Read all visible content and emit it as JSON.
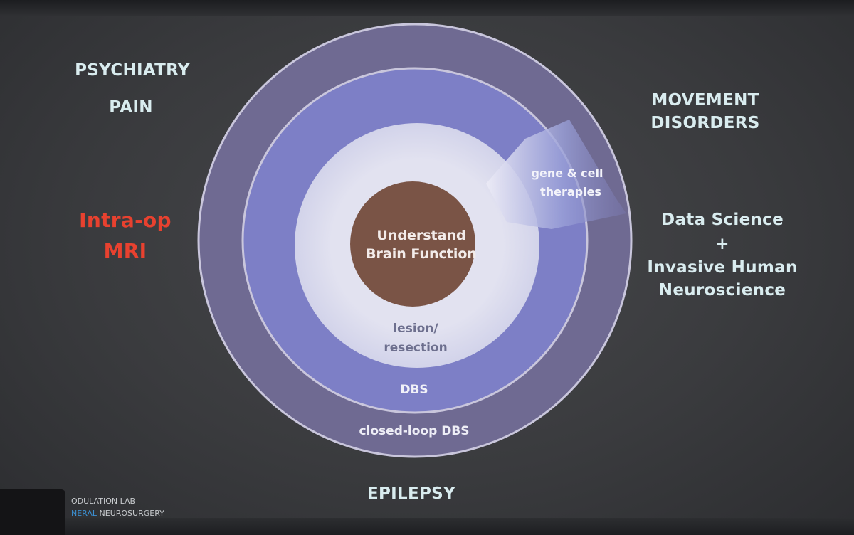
{
  "left_labels": {
    "psychiatry": "PSYCHIATRY",
    "pain": "PAIN",
    "intraop_line1": "Intra-op",
    "intraop_line2": "MRI"
  },
  "right_labels": {
    "movement_line1": "MOVEMENT",
    "movement_line2": "DISORDERS",
    "data_science_line1": "Data Science",
    "data_science_plus": "+",
    "data_science_line2": "Invasive Human",
    "data_science_line3": "Neuroscience"
  },
  "bottom_label": "EPILEPSY",
  "rings": {
    "outer": "closed-loop DBS",
    "middle": "DBS",
    "inner_line1": "lesion/",
    "inner_line2": "resection",
    "wedge_line1": "gene & cell",
    "wedge_line2": "therapies",
    "core_line1": "Understand",
    "core_line2": "Brain Function"
  },
  "footer": {
    "line1": "ODULATION LAB",
    "line2_accent": "NERAL",
    "line2_rest": " NEUROSURGERY"
  },
  "colors": {
    "outer_ring": "#6f6a92",
    "middle_ring": "#7d7fc6",
    "inner_ring": "#dcdcec",
    "core": "#7a5446",
    "label_text": "#d9ecef",
    "highlight_text": "#e8412f"
  }
}
